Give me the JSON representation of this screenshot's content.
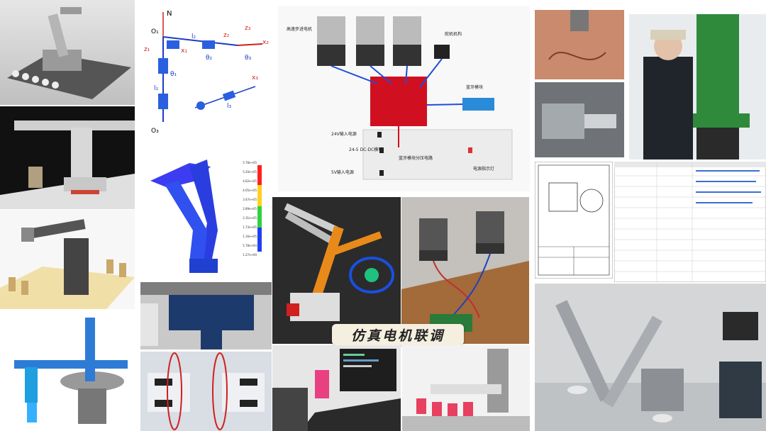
{
  "caption": "仿真电机联调",
  "kinematics": {
    "labels": [
      "N",
      "O₁",
      "z₁",
      "x₁",
      "z₂",
      "x₂",
      "z₃",
      "x₃",
      "O₃",
      "θ₁",
      "θ₂",
      "θ₃",
      "l₁",
      "l₂",
      "l₃"
    ]
  },
  "fea": {
    "scale_values": [
      "5.78e+05",
      "5.20e+05",
      "4.62e+05",
      "4.05e+05",
      "3.47e+05",
      "2.89e+05",
      "2.31e+05",
      "1.73e+05",
      "1.16e+05",
      "5.78e+04",
      "1.27e+00"
    ]
  },
  "wiring": {
    "labels": [
      "高速步进电机",
      "舵机机构",
      "蓝牙模块",
      "24V输入电源",
      "24-5 DC-DC模块",
      "蓝牙模块分压电路",
      "5V输入电源",
      "电源指示灯"
    ]
  },
  "colors": {
    "accent_orange": "#e88a1a",
    "accent_blue": "#1d4fd8",
    "board_red": "#d01020"
  }
}
